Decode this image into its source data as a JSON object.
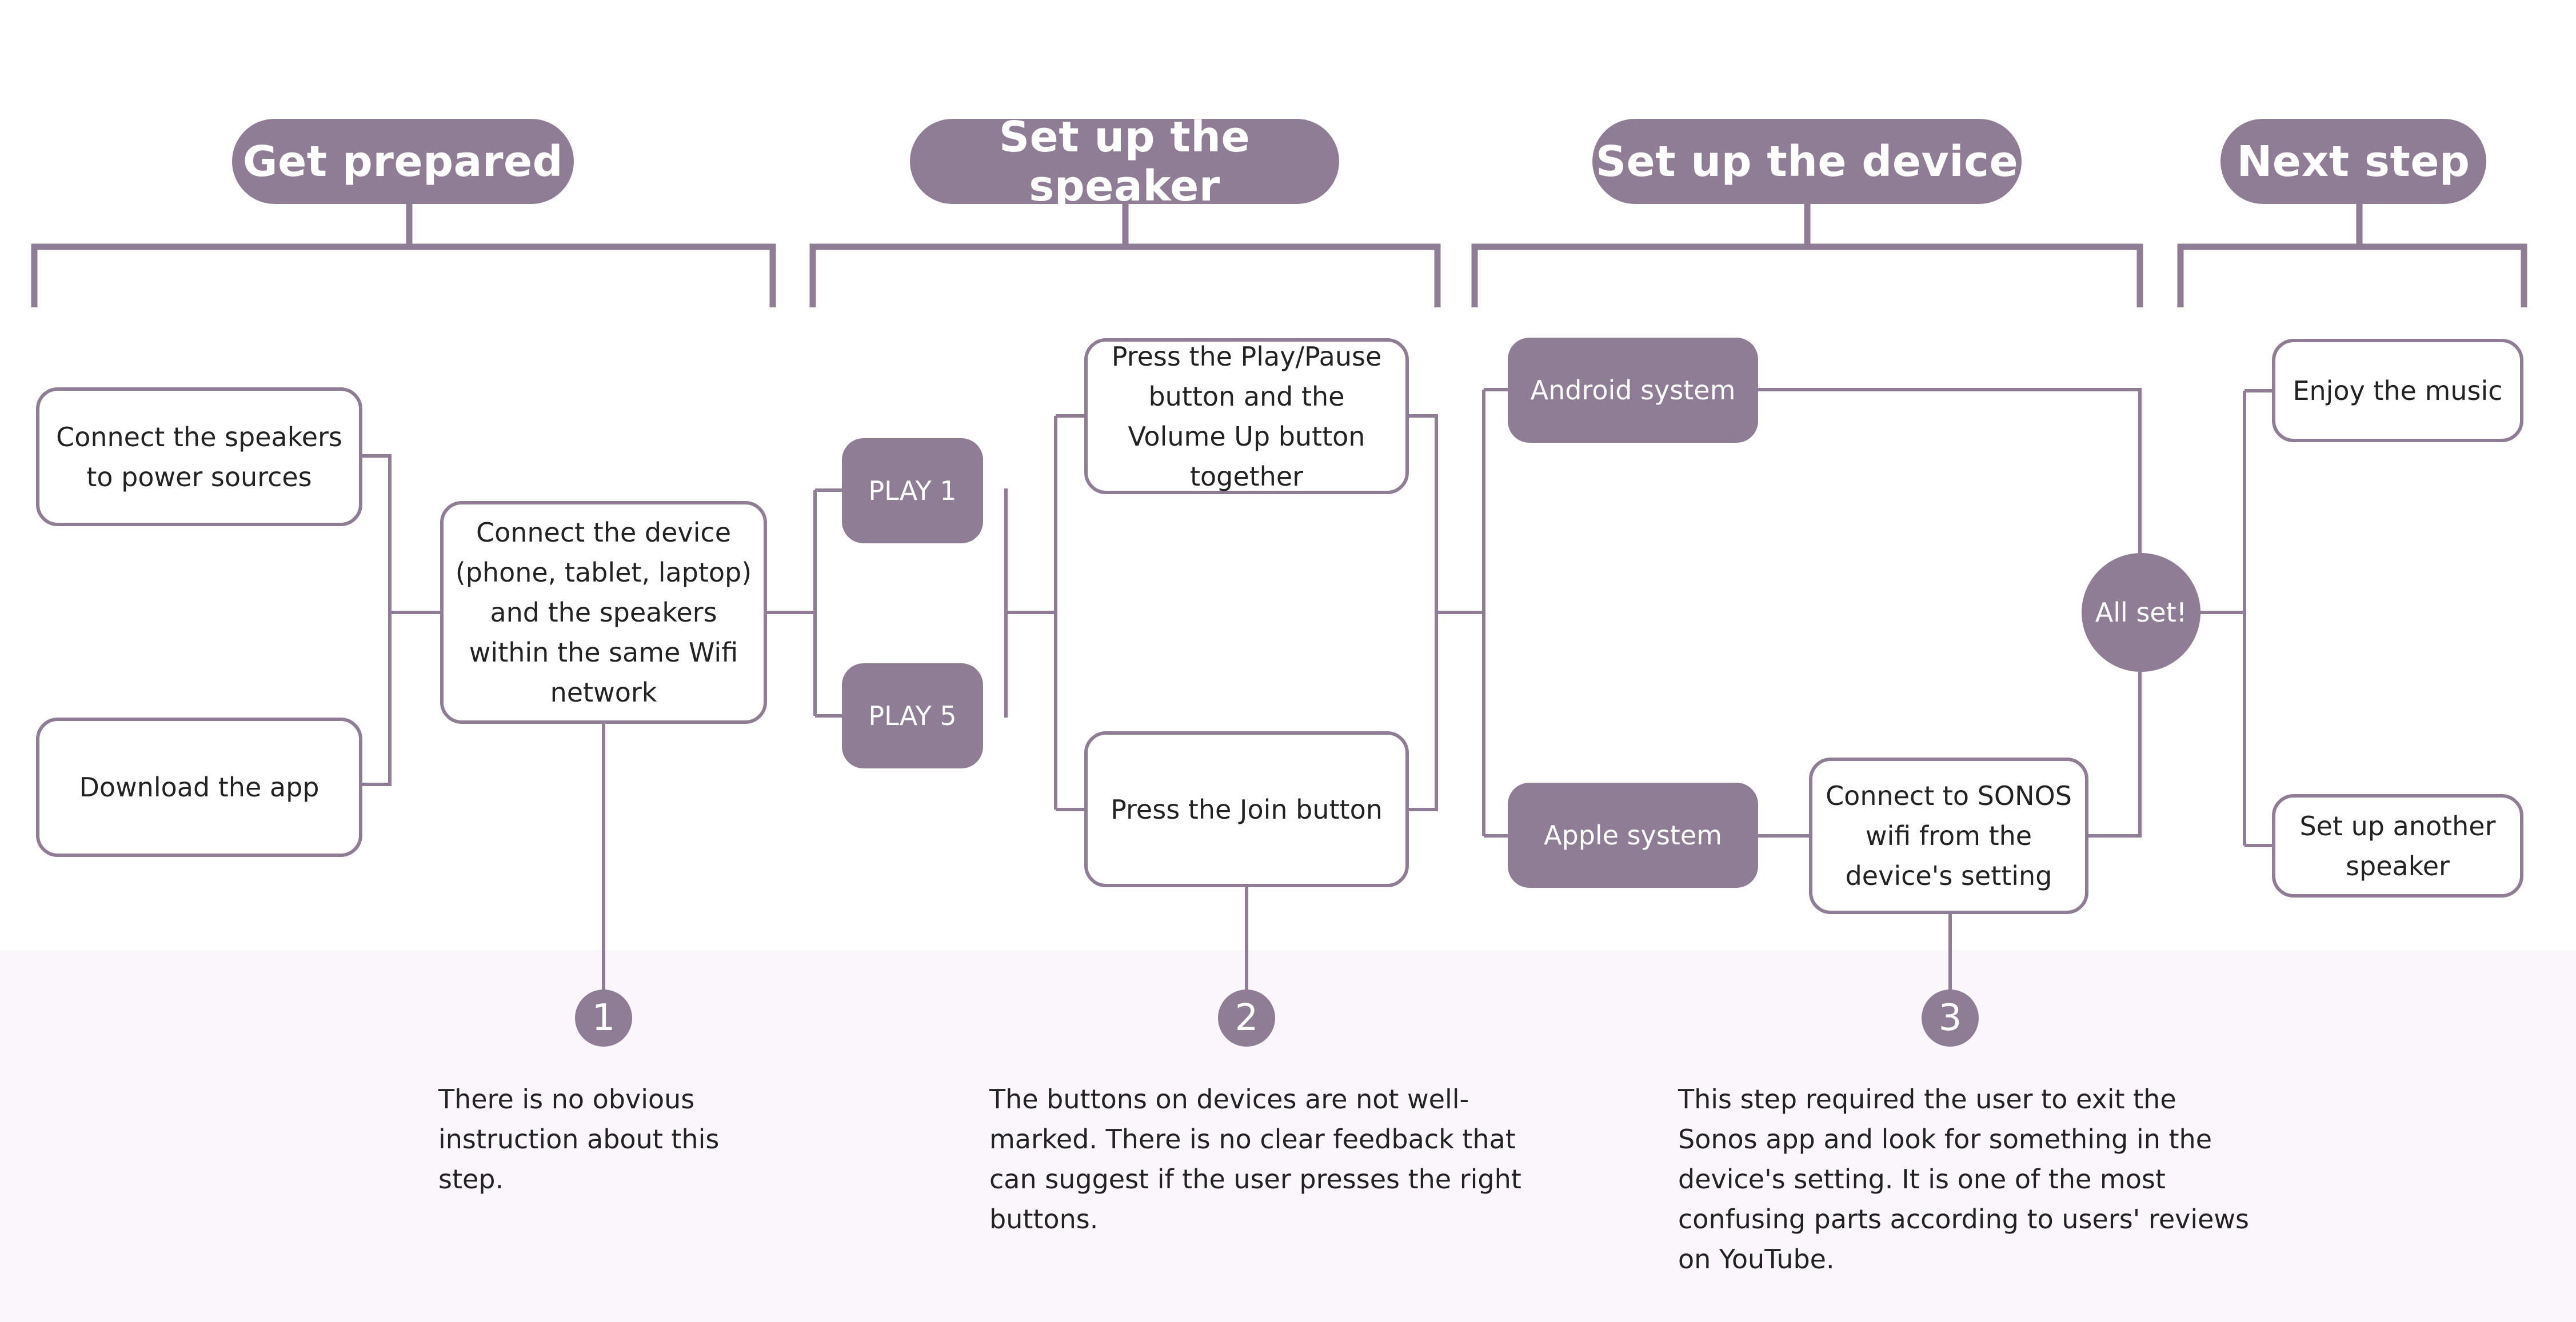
{
  "phases": {
    "prepare": "Get prepared",
    "speaker": "Set up the speaker",
    "device": "Set up the device",
    "next": "Next step"
  },
  "steps": {
    "connect_power": "Connect the speakers to power sources",
    "download_app": "Download the app",
    "connect_wifi": "Connect the device (phone, tablet, laptop) and the speakers within the same Wifi network",
    "play1": "PLAY 1",
    "play5": "PLAY 5",
    "press_play_volume": "Press the Play/Pause button and the Volume Up button together",
    "press_join": "Press the Join button",
    "android": "Android system",
    "apple": "Apple system",
    "connect_sonos_wifi": "Connect to SONOS wifi from the device's setting",
    "all_set": "All set!",
    "enjoy": "Enjoy the music",
    "another_speaker": "Set up another speaker"
  },
  "issues": [
    {
      "number": "1",
      "text": "There is no obvious instruction about this step."
    },
    {
      "number": "2",
      "text": "The buttons on devices are not well-marked. There is no clear feedback that can suggest if the user presses the right buttons."
    },
    {
      "number": "3",
      "text": "This step required the user to exit the Sonos app and look for something in the device's setting. It is one of the most confusing parts according to users' reviews on YouTube."
    }
  ],
  "colors": {
    "accent": "#8e7d94",
    "band": "#faf6fc",
    "text": "#222222"
  }
}
